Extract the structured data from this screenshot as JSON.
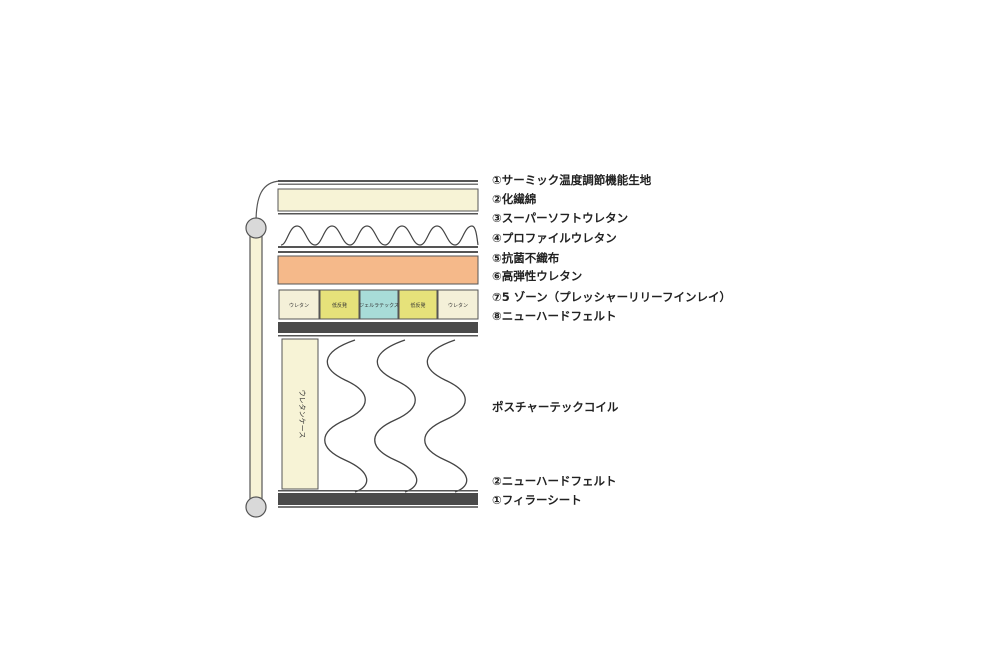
{
  "labels": {
    "fabric": "①サーミック温度調節機能生地",
    "fiber": "②化繊綿",
    "super_soft": "③スーパーソフトウレタン",
    "profile": "④プロファイルウレタン",
    "antibac": "⑤抗菌不織布",
    "high_resilience": "⑥高弾性ウレタン",
    "zone": "⑦5 ゾーン（プレッシャーリリーフインレイ）",
    "new_hard_felt_top": "⑧ニューハードフェルト",
    "pocket_coil": "ポスチャーテックコイル",
    "new_hard_felt_bottom": "②ニューハードフェルト",
    "filler_sheet": "①フィラーシート"
  },
  "zones": [
    {
      "label": "ウレタン",
      "color": "#f4f0d8"
    },
    {
      "label": "低反発",
      "color": "#e6e27a"
    },
    {
      "label": "ジェルラテックス",
      "color": "#a8dcd8"
    },
    {
      "label": "低反発",
      "color": "#e6e27a"
    },
    {
      "label": "ウレタン",
      "color": "#f4f0d8"
    }
  ],
  "urethane_case_label": "ウレタンケース",
  "colors": {
    "cream": "#f7f3d6",
    "salmon": "#f5b98a",
    "felt": "#4a4a4a",
    "outline": "#555555",
    "knob": "#d9d9d9"
  }
}
